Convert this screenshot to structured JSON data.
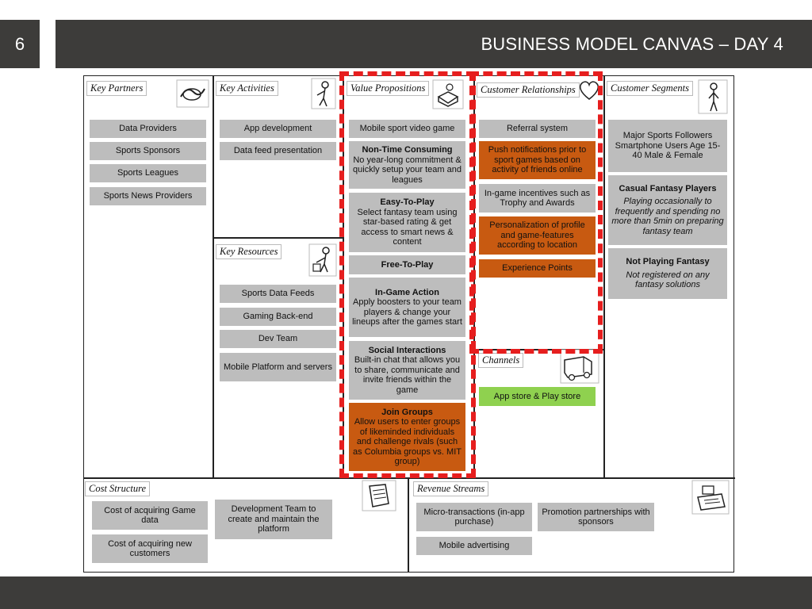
{
  "header": {
    "slide_number": "6",
    "title": "BUSINESS MODEL CANVAS – DAY 4"
  },
  "sections": {
    "key_partners": "Key Partners",
    "key_activities": "Key Activities",
    "key_resources": "Key Resources",
    "value_propositions": "Value Propositions",
    "customer_relationships": "Customer Relationships",
    "channels": "Channels",
    "customer_segments": "Customer Segments",
    "cost_structure": "Cost Structure",
    "revenue_streams": "Revenue Streams"
  },
  "key_partners": [
    "Data Providers",
    "Sports Sponsors",
    "Sports Leagues",
    "Sports News Providers"
  ],
  "key_activities": [
    "App development",
    "Data feed presentation"
  ],
  "key_resources": [
    "Sports Data Feeds",
    "Gaming Back-end",
    "Dev Team",
    "Mobile Platform and servers"
  ],
  "value_propositions": {
    "mobile": "Mobile sport video game",
    "non_time_title": "Non-Time Consuming",
    "non_time_body": "No year-long commitment & quickly setup your team and leagues",
    "easy_title": "Easy-To-Play",
    "easy_body": "Select fantasy team using star-based rating & get access to smart news & content",
    "free_title": "Free-To-Play",
    "ingame_title": "In-Game Action",
    "ingame_body": "Apply boosters to your team players & change your lineups after the games start",
    "social_title": "Social Interactions",
    "social_body": "Built-in chat that allows you to share, communicate and invite friends within the game",
    "groups_title": "Join Groups",
    "groups_body": "Allow users to enter groups of likeminded individuals and challenge rivals (such as Columbia groups vs. MIT group)"
  },
  "customer_relationships": {
    "referral": "Referral system",
    "push": "Push notifications prior to sport games based on activity of friends online",
    "incentives": "In-game incentives such as Trophy and Awards",
    "personalization": "Personalization of profile and game-features according to location",
    "experience": "Experience Points"
  },
  "channels": {
    "store": "App store & Play store"
  },
  "customer_segments": {
    "major": "Major Sports Followers Smartphone Users Age 15-40 Male & Female",
    "casual_title": "Casual Fantasy Players",
    "casual_body": "Playing occasionally to frequently and spending no more than 5min on preparing fantasy team",
    "not_title": "Not Playing Fantasy",
    "not_body": "Not registered on any fantasy solutions"
  },
  "cost_structure": {
    "game_data": "Cost of acquiring Game data",
    "dev_team": "Development Team to create and maintain the platform",
    "new_customers": "Cost of acquiring new customers"
  },
  "revenue_streams": {
    "micro": "Micro-transactions (in-app purchase)",
    "promotion": "Promotion partnerships with sponsors",
    "advertising": "Mobile advertising"
  },
  "colors": {
    "bar": "#3d3c3a",
    "box_gray": "#bdbdbd",
    "box_orange": "#c85a11",
    "box_green": "#8fd14f",
    "dashed_red": "#e61e1e"
  },
  "icons": [
    "handshake-icon",
    "worker-icon",
    "gift-icon",
    "heart-icon",
    "person-icon",
    "truck-icon",
    "document-icon",
    "cash-register-icon"
  ]
}
